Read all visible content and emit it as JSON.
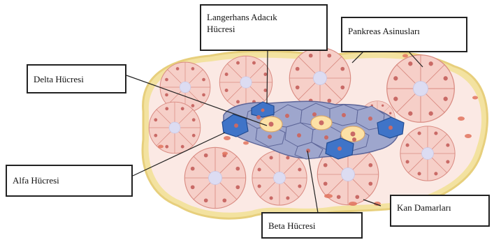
{
  "labels": {
    "langerhans": "Langerhans Adacık\nHücresi",
    "pankreas": "Pankreas Asinusları",
    "delta": "Delta  Hücresi",
    "alfa": "Alfa Hücresi",
    "beta": "Beta Hücresi",
    "kan": "Kan Damarları"
  },
  "colors": {
    "acinar_cell": "#f6cfc8",
    "acinar_outline": "#d98b82",
    "acinar_lumen": "#dcdcf2",
    "connective": "#f3e2a0",
    "islet_cell": "#9ea6cd",
    "islet_outline": "#5d6598",
    "delta_cell": "#fce1a6",
    "alpha_cell": "#3f74c8",
    "nucleus": "#c96a66",
    "vessel": "#e2745e"
  }
}
